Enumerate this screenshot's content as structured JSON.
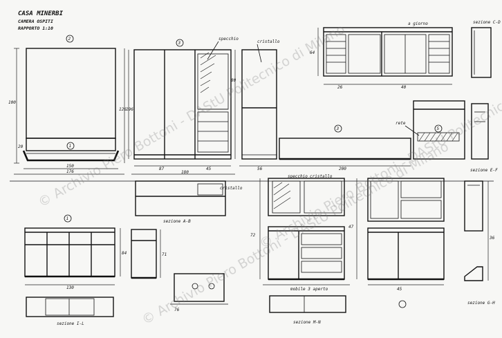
{
  "title_block": {
    "line1": "CASA MINERBI",
    "line2": "CAMERA OSPITI",
    "line3": "RAPPORTO 1:10"
  },
  "view_numbers": [
    "2",
    "3",
    "1",
    "5"
  ],
  "labels": {
    "specchio": "specchio",
    "cristallo": "cristallo",
    "a_giorno": "a giorno",
    "rete": "rete",
    "mobile_3_aperto": "mobile 3 aperto",
    "specchio_lower": "specchio",
    "cristallo_lower": "cristallo"
  },
  "sections": {
    "a_b": "sezione A-B",
    "i_l": "sezione I-L",
    "m_n": "sezione M-N",
    "e_f": "sezione E-F",
    "g_h": "sezione G-H",
    "c_d": "sezione C-D"
  },
  "dimensions": {
    "d1": "176",
    "d2": "196",
    "d3": "180",
    "d4": "87",
    "d5": "45",
    "d6": "126",
    "d7": "72",
    "d8": "130",
    "d9": "56",
    "d10": "200",
    "d11": "80",
    "d12": "64",
    "d13": "84",
    "d14": "47",
    "d15": "36",
    "d16": "40",
    "d17": "100",
    "d18": "20",
    "d19": "150",
    "d20": "45",
    "d21": "71",
    "d22": "26",
    "d23": "76"
  },
  "watermark": {
    "text": "© Archivio Piero Bottoni - DAStU Politecnico di Milano"
  }
}
